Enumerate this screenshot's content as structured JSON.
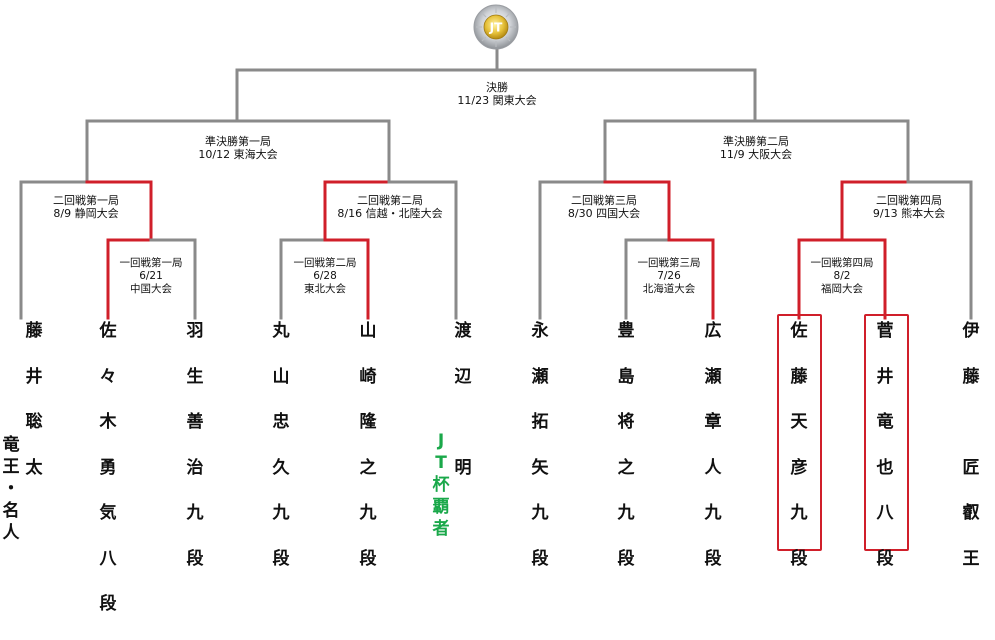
{
  "logo": {
    "text": "JT"
  },
  "matches": {
    "final": {
      "round": "決勝",
      "date": "11/23 関東大会"
    },
    "semi1": {
      "round": "準決勝第一局",
      "date": "10/12 東海大会"
    },
    "semi2": {
      "round": "準決勝第二局",
      "date": "11/9 大阪大会"
    },
    "r2_1": {
      "round": "二回戦第一局",
      "date": "8/9 静岡大会"
    },
    "r2_2": {
      "round": "二回戦第二局",
      "date": "8/16 信越・北陸大会"
    },
    "r2_3": {
      "round": "二回戦第三局",
      "date": "8/30 四国大会"
    },
    "r2_4": {
      "round": "二回戦第四局",
      "date": "9/13 熊本大会"
    },
    "r1_1": {
      "round": "一回戦第一局",
      "date": "6/21",
      "venue": "中国大会"
    },
    "r1_2": {
      "round": "一回戦第二局",
      "date": "6/28",
      "venue": "東北大会"
    },
    "r1_3": {
      "round": "一回戦第三局",
      "date": "7/26",
      "venue": "北海道大会"
    },
    "r1_4": {
      "round": "一回戦第四局",
      "date": "8/2",
      "venue": "福岡大会"
    }
  },
  "players": [
    {
      "chars": [
        "藤",
        "井",
        "聡",
        "太"
      ],
      "title": [
        "竜",
        "王",
        "・",
        "名",
        "人"
      ]
    },
    {
      "chars": [
        "佐",
        "々",
        "木",
        "勇",
        "気",
        "八",
        "段"
      ]
    },
    {
      "chars": [
        "羽",
        "生",
        "善",
        "治",
        "九",
        "段"
      ]
    },
    {
      "chars": [
        "丸",
        "山",
        "忠",
        "久",
        "九",
        "段"
      ]
    },
    {
      "chars": [
        "山",
        "崎",
        "隆",
        "之",
        "九",
        "段"
      ]
    },
    {
      "chars": [
        "渡",
        "辺",
        "",
        "明"
      ],
      "title": [
        "J",
        "T",
        "杯",
        "覇",
        "者"
      ]
    },
    {
      "chars": [
        "永",
        "瀬",
        "拓",
        "矢",
        "九",
        "段"
      ]
    },
    {
      "chars": [
        "豊",
        "島",
        "将",
        "之",
        "九",
        "段"
      ]
    },
    {
      "chars": [
        "広",
        "瀬",
        "章",
        "人",
        "九",
        "段"
      ]
    },
    {
      "chars": [
        "佐",
        "藤",
        "天",
        "彦",
        "九",
        "段"
      ]
    },
    {
      "chars": [
        "菅",
        "井",
        "竜",
        "也",
        "八",
        "段"
      ]
    },
    {
      "chars": [
        "伊",
        "藤",
        "",
        "匠",
        "叡",
        "王"
      ]
    }
  ],
  "colors": {
    "gray_line": "#8a8a8a",
    "red_line": "#d01f2a",
    "champion_text": "#1aa84a"
  }
}
